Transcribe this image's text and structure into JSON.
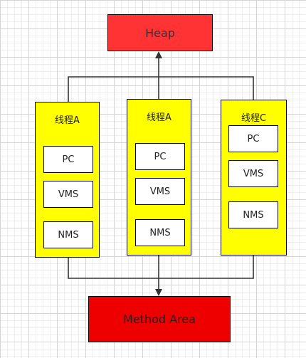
{
  "heap": {
    "label": "Heap"
  },
  "method_area": {
    "label": "Method Area"
  },
  "threads": [
    {
      "title": "线程A",
      "items": [
        "PC",
        "VMS",
        "NMS"
      ]
    },
    {
      "title": "线程A",
      "items": [
        "PC",
        "VMS",
        "NMS"
      ]
    },
    {
      "title": "线程C",
      "items": [
        "PC",
        "VMS",
        "NMS"
      ]
    }
  ],
  "colors": {
    "heap": "#ff3333",
    "method_area": "#ee0000",
    "thread": "#ffff00",
    "connector": "#333333"
  }
}
